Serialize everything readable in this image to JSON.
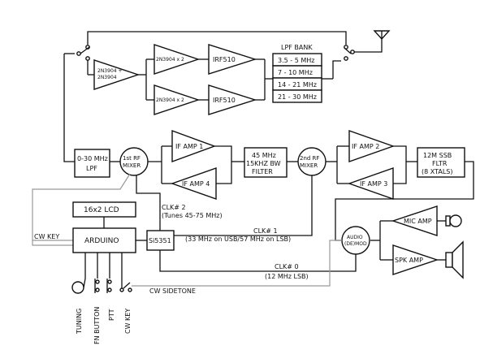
{
  "lpf_bank": {
    "title": "LPF BANK",
    "bands": [
      "3.5 - 5 MHz",
      "7 - 10 MHz",
      "14 - 21 MHz",
      "21 - 30 MHz"
    ]
  },
  "amps": {
    "driver_pre": "2N3904 + 2N3904",
    "driver_top": "2N3904 x 2",
    "driver_bottom": "2N3904 x 2",
    "final_top": "IRF510",
    "final_bottom": "IRF510",
    "if1": "IF AMP 1",
    "if2": "IF AMP 2",
    "if3": "IF AMP 3",
    "if4": "IF AMP 4",
    "mic": "MIC AMP",
    "spk": "SPK AMP"
  },
  "blocks": {
    "lpf": [
      "0-30 MHz",
      "LPF"
    ],
    "mixer1": [
      "1st RF",
      "MIXER"
    ],
    "bw_filter": [
      "45 MHz",
      "15KHZ BW",
      "FILTER"
    ],
    "mixer2": [
      "2nd RF",
      "MIXER"
    ],
    "ssb_filter": [
      "12M SSB",
      "FLTR",
      "(8 XTALS)"
    ],
    "audio": [
      "AUDIO",
      "(DE)MOD"
    ],
    "lcd": "16x2 LCD",
    "arduino": "ARDUINO",
    "si5351": "Si5351"
  },
  "signals": {
    "clk2": [
      "CLK# 2",
      "(Tunes 45-75 MHz)"
    ],
    "clk1": [
      "CLK# 1",
      "(33 MHz on USB/57 MHz on LSB)"
    ],
    "clk0": [
      "CLK# 0",
      "(12 MHz LSB)"
    ],
    "cw_key": "CW KEY",
    "cw_sidetone": "CW SIDETONE"
  },
  "controls": [
    "TUNING",
    "FN BUTTON",
    "PTT",
    "CW KEY"
  ]
}
